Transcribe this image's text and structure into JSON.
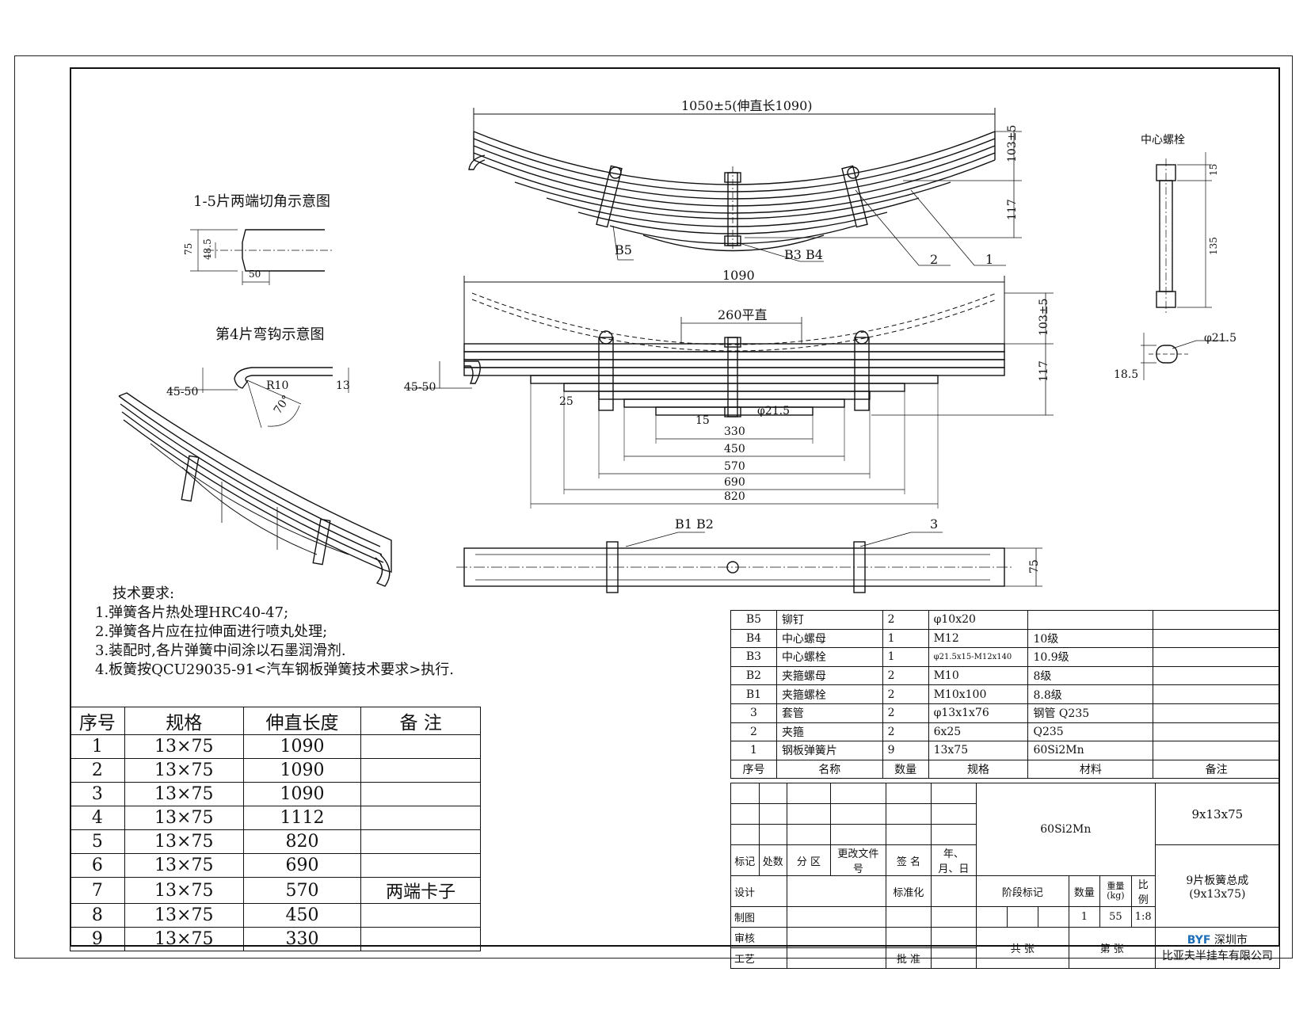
{
  "drawing": {
    "overall_dim": "1050±5(伸直长1090)",
    "flat_length": "1090",
    "height_dim": "103±5",
    "height_dim_2": "117",
    "flat_zone": "260平直",
    "hook_dim": "45-50",
    "d_21_5": "φ21.5",
    "d_15": "15",
    "d_25": "25",
    "lengths": [
      "330",
      "450",
      "570",
      "690",
      "820"
    ],
    "labels": {
      "b5": "B5",
      "b3b4": "B3  B4",
      "l2": "2",
      "l1": "1",
      "b1b2": "B1  B2",
      "l3": "3"
    },
    "width_75": "75"
  },
  "bolt_view": {
    "title": "中心螺栓",
    "dim_15": "15",
    "dim_135": "135",
    "dim_d": "φ21.5",
    "dim_18": "18.5"
  },
  "cut_view": {
    "title": "1-5片两端切角示意图",
    "d75": "75",
    "d48": "48.5",
    "d50": "50"
  },
  "hook_view": {
    "title": "第4片弯钩示意图",
    "d4550": "45-50",
    "r10": "R10",
    "a70": "70°",
    "d13": "13"
  },
  "notes": {
    "title": "技术要求:",
    "items": [
      "1.弹簧各片热处理HRC40-47;",
      "2.弹簧各片应在拉伸面进行喷丸处理;",
      "3.装配时,各片弹簧中间涂以石墨润滑剂.",
      "4.板簧按QCU29035-91<汽车钢板弹簧技术要求>执行."
    ]
  },
  "leaf_table": {
    "headers": [
      "序号",
      "规格",
      "伸直长度",
      "备   注"
    ],
    "rows": [
      [
        "1",
        "13×75",
        "1090",
        ""
      ],
      [
        "2",
        "13×75",
        "1090",
        ""
      ],
      [
        "3",
        "13×75",
        "1090",
        ""
      ],
      [
        "4",
        "13×75",
        "1112",
        ""
      ],
      [
        "5",
        "13×75",
        "820",
        ""
      ],
      [
        "6",
        "13×75",
        "690",
        ""
      ],
      [
        "7",
        "13×75",
        "570",
        "两端卡子"
      ],
      [
        "8",
        "13×75",
        "450",
        ""
      ],
      [
        "9",
        "13×75",
        "330",
        ""
      ]
    ]
  },
  "parts_table": {
    "rows": [
      [
        "B5",
        "铆钉",
        "2",
        "φ10x20",
        "",
        ""
      ],
      [
        "B4",
        "中心螺母",
        "1",
        "M12",
        "10级",
        ""
      ],
      [
        "B3",
        "中心螺栓",
        "1",
        "φ21.5x15-M12x140",
        "10.9级",
        ""
      ],
      [
        "B2",
        "夹箍螺母",
        "2",
        "M10",
        "8级",
        ""
      ],
      [
        "B1",
        "夹箍螺栓",
        "2",
        "M10x100",
        "8.8级",
        ""
      ],
      [
        "3",
        "套管",
        "2",
        "φ13x1x76",
        "钢管 Q235",
        ""
      ],
      [
        "2",
        "夹箍",
        "2",
        "6x25",
        "Q235",
        ""
      ],
      [
        "1",
        "钢板弹簧片",
        "9",
        "13x75",
        "60Si2Mn",
        ""
      ]
    ],
    "headers": [
      "序号",
      "名称",
      "数量",
      "规格",
      "材料",
      "备注"
    ]
  },
  "title_block": {
    "material": "60Si2Mn",
    "spec": "9x13x75",
    "name": "9片板簧总成",
    "name2": "(9x13x75)",
    "rev_headers": [
      "标记",
      "处数",
      "分 区",
      "更改文件号",
      "签 名",
      "年、月、日"
    ],
    "sign": {
      "design": "设计",
      "std": "标准化",
      "draw": "制图",
      "check": "审核",
      "craft": "工艺",
      "approve": "批 准"
    },
    "stage": "阶段标记",
    "qty_label": "数量",
    "weight_label": "重量",
    "weight_unit": "(kg)",
    "scale_label": "比例",
    "qty": "1",
    "weight": "55",
    "scale": "1:8",
    "sheets": "共   张",
    "sheet": "第   张",
    "logo": "BYF",
    "company1": "深圳市",
    "company2": "比亚夫半挂车有限公司"
  }
}
